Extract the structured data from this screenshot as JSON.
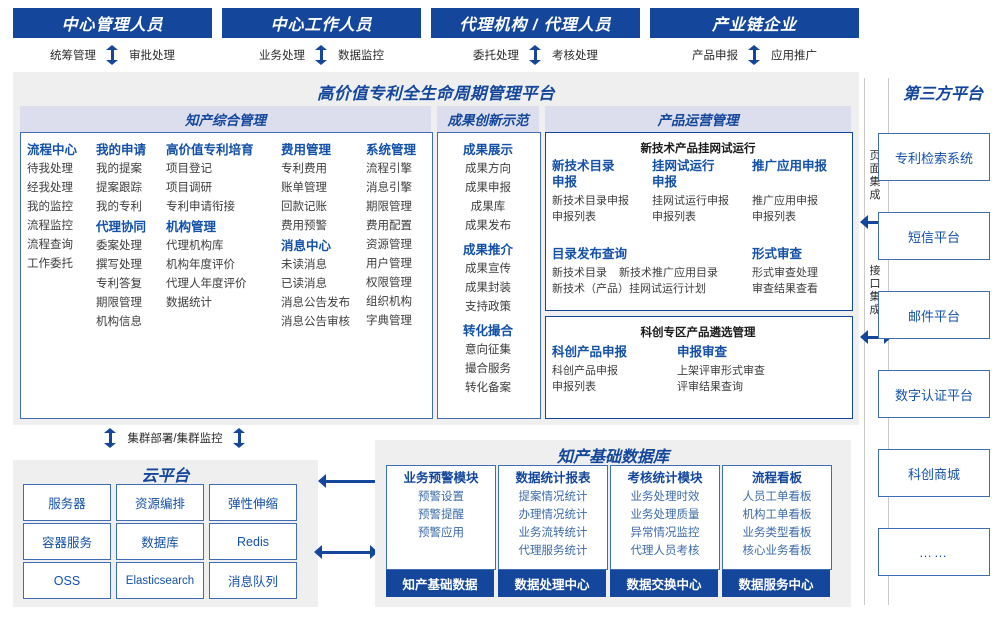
{
  "roles": [
    {
      "title": "中心管理人员",
      "left_action": "统筹管理",
      "right_action": "审批处理"
    },
    {
      "title": "中心工作人员",
      "left_action": "业务处理",
      "right_action": "数据监控"
    },
    {
      "title": "代理机构 / 代理人员",
      "left_action": "委托处理",
      "right_action": "考核处理"
    },
    {
      "title": "产业链企业",
      "left_action": "产品申报",
      "right_action": "应用推广"
    }
  ],
  "platform": {
    "title": "高价值专利全生命周期管理平台",
    "sections": {
      "ip_mgmt": {
        "band": "知产综合管理",
        "columns": [
          {
            "groups": [
              {
                "head": "流程中心",
                "items": [
                  "待我处理",
                  "经我处理",
                  "我的监控",
                  "流程监控",
                  "流程查询",
                  "工作委托"
                ]
              }
            ]
          },
          {
            "groups": [
              {
                "head": "我的申请",
                "items": [
                  "我的提案",
                  "提案跟踪",
                  "我的专利"
                ]
              },
              {
                "head": "代理协同",
                "items": [
                  "委案处理",
                  "撰写处理",
                  "专利答复",
                  "期限管理",
                  "机构信息"
                ]
              }
            ]
          },
          {
            "groups": [
              {
                "head": "高价值专利培育",
                "items": [
                  "项目登记",
                  "项目调研",
                  "专利申请衔接"
                ]
              },
              {
                "head": "机构管理",
                "items": [
                  "代理机构库",
                  "机构年度评价",
                  "代理人年度评价",
                  "数据统计"
                ]
              }
            ]
          },
          {
            "groups": [
              {
                "head": "费用管理",
                "items": [
                  "专利费用",
                  "账单管理",
                  "回款记账",
                  "费用预警"
                ]
              },
              {
                "head": "消息中心",
                "items": [
                  "未读消息",
                  "已读消息",
                  "消息公告发布",
                  "消息公告审核"
                ]
              }
            ]
          },
          {
            "groups": [
              {
                "head": "系统管理",
                "items": [
                  "流程引擎",
                  "消息引擎",
                  "期限管理",
                  "费用配置",
                  "资源管理",
                  "用户管理",
                  "权限管理",
                  "组织机构",
                  "字典管理"
                ]
              }
            ]
          }
        ]
      },
      "achievement": {
        "band": "成果创新示范",
        "groups": [
          {
            "head": "成果展示",
            "items": [
              "成果方向",
              "成果申报",
              "成果库",
              "成果发布"
            ]
          },
          {
            "head": "成果推介",
            "items": [
              "成果宣传",
              "成果封装",
              "支持政策"
            ]
          },
          {
            "head": "转化撮合",
            "items": [
              "意向征集",
              "撮合服务",
              "转化备案"
            ]
          }
        ]
      },
      "product_ops": {
        "band": "产品运营管理",
        "card1": {
          "head": "新技术产品挂网试运行",
          "row1": [
            {
              "head": "新技术目录申报",
              "items": [
                "新技术目录申报",
                "申报列表"
              ]
            },
            {
              "head": "挂网试运行申报",
              "items": [
                "挂网试运行申报",
                "申报列表"
              ]
            },
            {
              "head": "推广应用申报",
              "items": [
                "推广应用申报",
                "申报列表"
              ]
            }
          ],
          "row2": [
            {
              "head": "目录发布查询",
              "items": [
                "新技术目录",
                "新技术推广应用目录",
                "新技术（产品）挂网试运行计划"
              ]
            },
            {
              "head": "形式审查",
              "items": [
                "形式审查处理",
                "审查结果查看"
              ]
            }
          ]
        },
        "card2": {
          "head": "科创专区产品遴选管理",
          "cols": [
            {
              "head": "科创产品申报",
              "items": [
                "科创产品申报",
                "申报列表"
              ]
            },
            {
              "head": "申报审查",
              "items": [
                "上架评审形式审查",
                "评审结果查询"
              ]
            }
          ]
        }
      }
    }
  },
  "third_party": {
    "title": "第三方平台",
    "integration_labels": [
      "页面集成",
      "接口集成"
    ],
    "boxes": [
      "专利检索系统",
      "短信平台",
      "邮件平台",
      "数字认证平台",
      "科创商城",
      "……"
    ]
  },
  "cloud": {
    "link_label": "集群部署/集群监控",
    "title": "云平台",
    "cells": [
      "服务器",
      "资源编排",
      "弹性伸缩",
      "容器服务",
      "数据库",
      "Redis",
      "OSS",
      "Elasticsearch",
      "消息队列"
    ]
  },
  "database": {
    "title": "知产基础数据库",
    "columns": [
      {
        "head": "业务预警模块",
        "items": [
          "预警设置",
          "预警提醒",
          "预警应用"
        ],
        "footer": "知产基础数据"
      },
      {
        "head": "数据统计报表",
        "items": [
          "提案情况统计",
          "办理情况统计",
          "业务流转统计",
          "代理服务统计"
        ],
        "footer": "数据处理中心"
      },
      {
        "head": "考核统计模块",
        "items": [
          "业务处理时效",
          "业务处理质量",
          "异常情况监控",
          "代理人员考核"
        ],
        "footer": "数据交换中心"
      },
      {
        "head": "流程看板",
        "items": [
          "人员工单看板",
          "机构工单看板",
          "业务类型看板",
          "核心业务看板"
        ],
        "footer": "数据服务中心"
      }
    ]
  },
  "colors": {
    "brand_blue": "#14479b",
    "band_lavender": "#dcdeed",
    "container_gray": "#efefef",
    "card_border": "#3f6cb5"
  }
}
